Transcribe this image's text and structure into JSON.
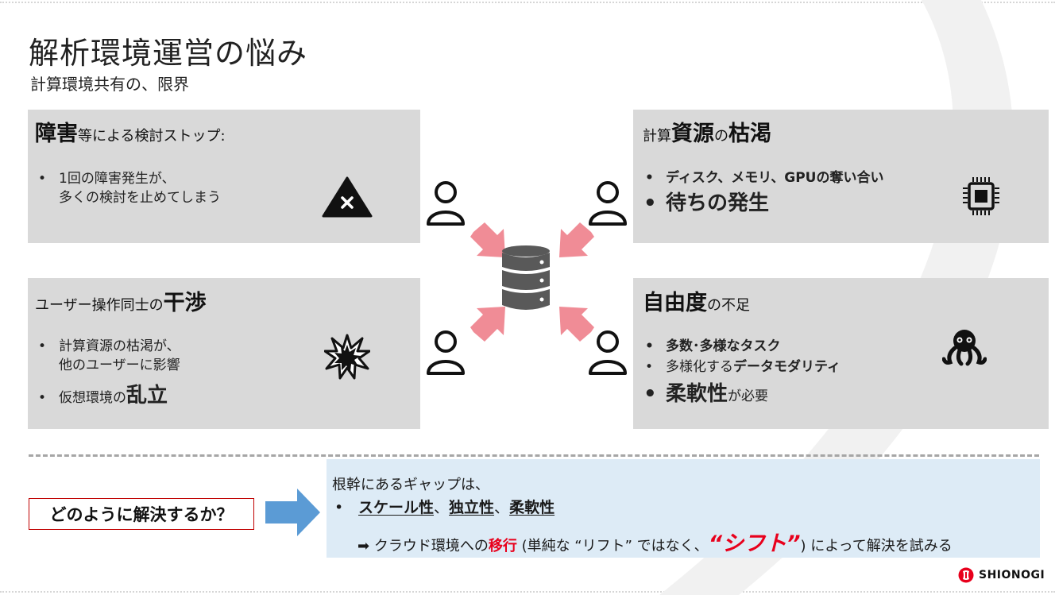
{
  "title": "解析環境運営の悩み",
  "subtitle": "計算環境共有の、限界",
  "panels": {
    "top_left": {
      "heading_strong": "障害",
      "heading_rest": "等による検討ストップ:",
      "bullet1_line1": "1回の障害発生が、",
      "bullet1_line2": "多くの検討を止めてしまう",
      "icon": "warning-x-icon"
    },
    "bottom_left": {
      "heading_rest": "ユーザー操作同士の",
      "heading_strong": "干渉",
      "bullet1_line1": "計算資源の枯渇が、",
      "bullet1_line2": "他のユーザーに影響",
      "bullet2_pre": "仮想環境の",
      "bullet2_strong": "乱立",
      "icon": "burst-icon"
    },
    "top_right": {
      "heading_pre": "計算",
      "heading_strong1": "資源",
      "heading_mid": "の",
      "heading_strong2": "枯渇",
      "bullet1": "ディスク、メモリ、GPUの奪い合い",
      "bullet2": "待ちの発生",
      "icon": "cpu-chip-icon"
    },
    "bottom_right": {
      "heading_strong": "自由度",
      "heading_rest": "の不足",
      "bullet1": "多数･多様なタスク",
      "bullet2_pre": "多様化する",
      "bullet2_strong": "データモダリティ",
      "bullet3_strong": "柔軟性",
      "bullet3_rest": "が必要",
      "icon": "octopus-icon"
    }
  },
  "bullet_char": "•",
  "question": "どのように解決するか？",
  "answer": {
    "lead": "根幹にあるギャップは、",
    "kw1": "スケール性",
    "kw2": "独立性",
    "kw3": "柔軟性",
    "sep": "、",
    "arrow": "➡",
    "line_pre": "クラウド環境への",
    "line_red": "移行",
    "line_mid": "(単純な “リフト” ではなく、",
    "line_shift": "“シフト”",
    "line_post": ") によって解決を試みる"
  },
  "logo_text": "SHIONOGI",
  "colors": {
    "panel_bg": "#d9d9d9",
    "arrow_pink": "#f08c96",
    "answer_bg": "#ddebf6",
    "arrow_blue": "#5b9bd5",
    "accent_red": "#e8001c"
  }
}
